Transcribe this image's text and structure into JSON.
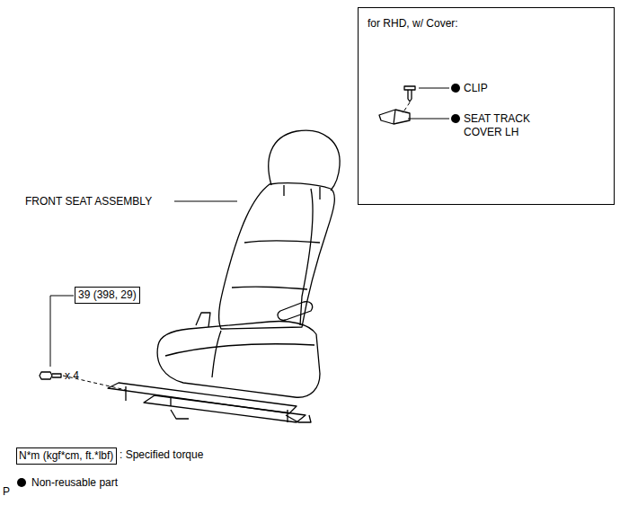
{
  "diagram": {
    "nodes": [
      {
        "text": [
          "for RHD, w/ Cover:"
        ]
      },
      {
        "text": [
          "39 (398, 29)"
        ]
      },
      {
        "text": [
          "N*m (kgf*cm, ft.*lbf)"
        ]
      }
    ],
    "labels": [
      "CLIP",
      "SEAT TRACK COVER LH",
      "FRONT SEAT ASSEMBLY",
      "x 4",
      "P"
    ],
    "legend": [
      {
        "text": ": Specified torque"
      },
      {
        "text": "Non-reusable part"
      }
    ]
  }
}
